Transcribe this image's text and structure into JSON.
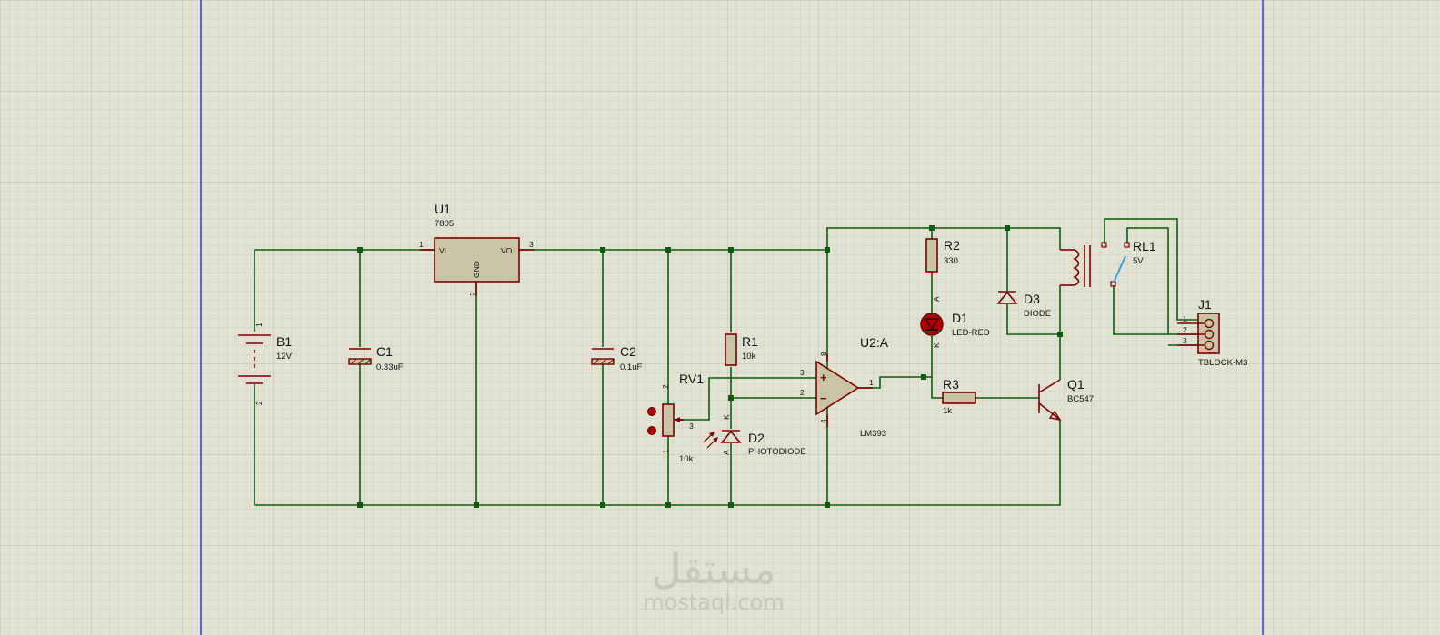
{
  "colors": {
    "background": "#e2e2d3",
    "grid_minor": "#cfcfbf",
    "grid_major": "#bcbcab",
    "margin_line": "#3333cc",
    "wire": "#0f5a0f",
    "component": "#7a0000",
    "body_fill": "#c9c4a6",
    "relay_contact": "#3a9bd8",
    "led_fill": "#b00000"
  },
  "components": {
    "b1": {
      "ref": "B1",
      "value": "12V",
      "pin1": "1",
      "pin2": "2"
    },
    "c1": {
      "ref": "C1",
      "value": "0.33uF"
    },
    "u1": {
      "ref": "U1",
      "value": "7805",
      "pin_vi": "VI",
      "pin_vo": "VO",
      "pin_gnd": "GND",
      "pin1": "1",
      "pin2": "2",
      "pin3": "3"
    },
    "c2": {
      "ref": "C2",
      "value": "0.1uF"
    },
    "rv1": {
      "ref": "RV1",
      "value": "10k",
      "pin1": "1",
      "pin2": "2",
      "pin3": "3"
    },
    "r1": {
      "ref": "R1",
      "value": "10k"
    },
    "d2": {
      "ref": "D2",
      "value": "PHOTODIODE",
      "pin_k": "K",
      "pin_a": "A"
    },
    "u2": {
      "ref": "U2:A",
      "value": "LM393",
      "pin_plus": "+",
      "pin_minus": "−",
      "pin1": "1",
      "pin2": "2",
      "pin3": "3",
      "pin4": "4",
      "pin8": "8"
    },
    "r2": {
      "ref": "R2",
      "value": "330"
    },
    "d1": {
      "ref": "D1",
      "value": "LED-RED",
      "pin_a": "A",
      "pin_k": "K"
    },
    "d3": {
      "ref": "D3",
      "value": "DIODE"
    },
    "r3": {
      "ref": "R3",
      "value": "1k"
    },
    "q1": {
      "ref": "Q1",
      "value": "BC547"
    },
    "rl1": {
      "ref": "RL1",
      "value": "5V"
    },
    "j1": {
      "ref": "J1",
      "value": "TBLOCK-M3",
      "pin1": "1",
      "pin2": "2",
      "pin3": "3"
    }
  },
  "watermark": {
    "arabic": "مستقل",
    "latin": "mostaql.com"
  }
}
